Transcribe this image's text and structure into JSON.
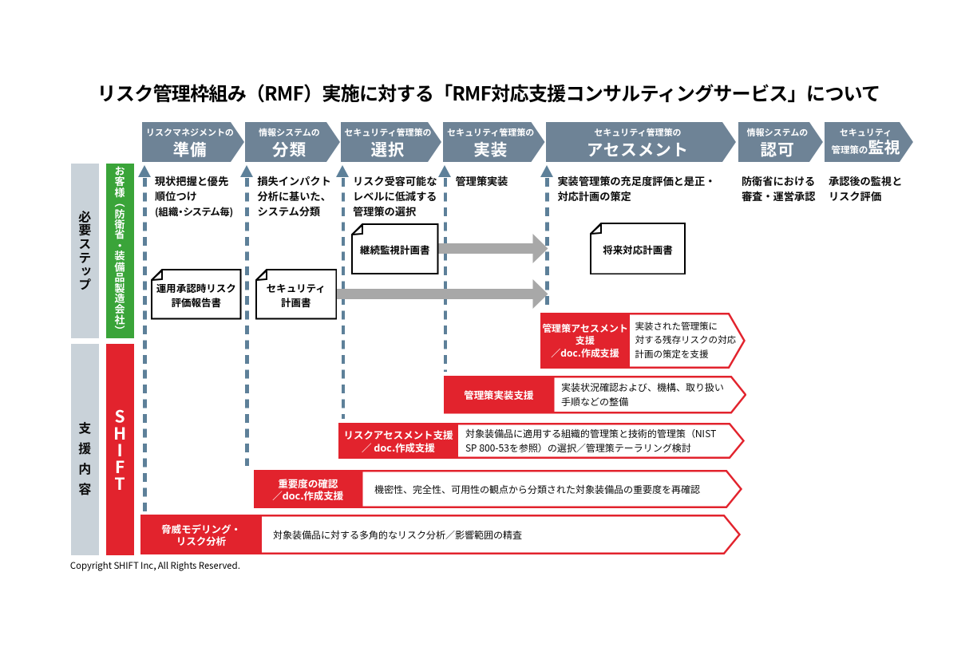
{
  "page": {
    "title": "リスク管理枠組み（RMF）実施に対する「RMF対応支援コンサルティングサービス」について",
    "copyright": "Copyright SHIFT Inc, All Rights Reserved."
  },
  "process": {
    "steps": [
      {
        "tag": "リスクマネジメントの",
        "name": "準備"
      },
      {
        "tag": "情報システムの",
        "name": "分類"
      },
      {
        "tag": "セキュリティ管理策の",
        "name": "選択"
      },
      {
        "tag": "セキュリティ管理策の",
        "name": "実装"
      },
      {
        "tag": "セキュリティ管理策の",
        "name": "アセスメント"
      },
      {
        "tag": "情報システムの",
        "name": "認可"
      },
      {
        "tag": "セキュリティ",
        "name_prefix": "管理策の",
        "name": "監視"
      }
    ]
  },
  "rows": [
    {
      "label": "必要ステップ",
      "actor": "お客様（防衛省・装備品製造会社）"
    },
    {
      "label": "支援内容",
      "actor": "SHIFT"
    }
  ],
  "step_notes": [
    {
      "text": "現状把握と優先\n順位つけ",
      "sub": "(組織・システム毎)"
    },
    {
      "text": "損失インパクト\n分析に基いた、\nシステム分類"
    },
    {
      "text": "リスク受容可能な\nレベルに低減する\n管理策の選択"
    },
    {
      "text": "管理策実装"
    },
    {
      "text": "実装管理策の充足度評価と是正・\n対応計画の策定"
    },
    {
      "text": "防衛省における\n審査・運営承認"
    },
    {
      "text": "承認後の監視と\nリスク評価"
    }
  ],
  "documents": [
    {
      "label": "運用承認時リスク\n評価報告書"
    },
    {
      "label": "セキュリティ\n計画書"
    },
    {
      "label": "継続監視計画書"
    },
    {
      "label": "将来対応計画書"
    }
  ],
  "support_bands": [
    {
      "label": "管理策アセスメント\n支援\n／doc.作成支援",
      "text": "実装された管理策に\n対する残存リスクの対応\n計画の策定を支援"
    },
    {
      "label": "管理策実装支援",
      "text": "実装状況確認および、機構、取り扱い\n手順などの整備"
    },
    {
      "label": "リスクアセスメント支援\n／ doc.作成支援",
      "text": "対象装備品に適用する組織的管理策と技術的管理策（NIST\nSP 800-53を参照）の選択／管理策テーラリング検討"
    },
    {
      "label": "重要度の確認\n／doc.作成支援",
      "text": "機密性、完全性、可用性の観点から分類された対象装備品の重要度を再確認"
    },
    {
      "label": "脅威モデリング・\nリスク分析",
      "text": "対象装備品に対する多角的なリスク分析／影響範囲の精査"
    }
  ],
  "colors": {
    "chevron": "#6e8396",
    "dash": "#5d8099",
    "customer_green": "#3aa439",
    "shift_red": "#e2232d",
    "row_label_gray": "#c9d2d9",
    "flow_arrow_gray": "#a8a8a8",
    "text_black": "#111111"
  }
}
